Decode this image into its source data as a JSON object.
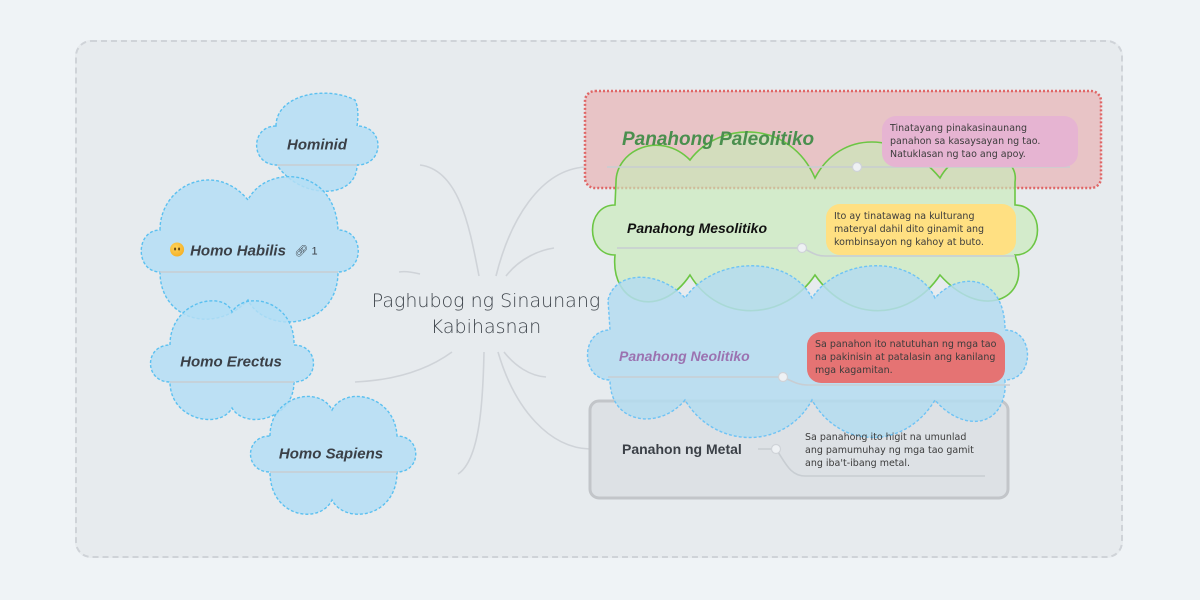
{
  "central_topic": {
    "line1": "Paghubog ng Sinaunang",
    "line2": "Kabihasnan"
  },
  "left_branches": [
    {
      "label": "Hominid",
      "shape": "cloud"
    },
    {
      "label": "Homo Habilis",
      "shape": "cloud",
      "emoji": "confused-face",
      "link_icon": "link-icon",
      "link_count": "1"
    },
    {
      "label": "Homo Erectus",
      "shape": "cloud"
    },
    {
      "label": "Homo Sapiens",
      "shape": "cloud"
    }
  ],
  "right_branches": [
    {
      "label": "Panahong Paleolitiko",
      "title_color": "#4a8f4e",
      "boundary_color": "#e06666",
      "note": "Tinatayang pinakasinaunang panahon sa kasaysayan ng tao. Natuklasan ng tao ang apoy.",
      "note_color": "#e6b4d2"
    },
    {
      "label": "Panahong Mesolitiko",
      "title_color": "#111111",
      "shape_color": "#6cc644",
      "note": "Ito ay tinatawag na kulturang materyal dahil dito ginamit ang kombinsayon ng kahoy at buto.",
      "note_color": "#ffe082"
    },
    {
      "label": "Panahong Neolitiko",
      "title_color": "#9b72b0",
      "shape_color": "#6ec3f5",
      "note": "Sa panahon ito natutuhan ng mga tao na pakinisin at patalasin ang kanilang mga kagamitan.",
      "note_color": "#e57373"
    },
    {
      "label": "Panahon ng Metal",
      "title_color": "#3b4047",
      "boundary_color": "#c8cbcf",
      "note": "Sa panahong ito higit na umunlad ang pamumuhay ng mga tao gamit ang iba't-ibang metal.",
      "note_color": "transparent"
    }
  ],
  "colors": {
    "cloud_fill": "#bfe3f5",
    "cloud_stroke": "#5bc0f0",
    "connector": "#cfd3d8"
  }
}
